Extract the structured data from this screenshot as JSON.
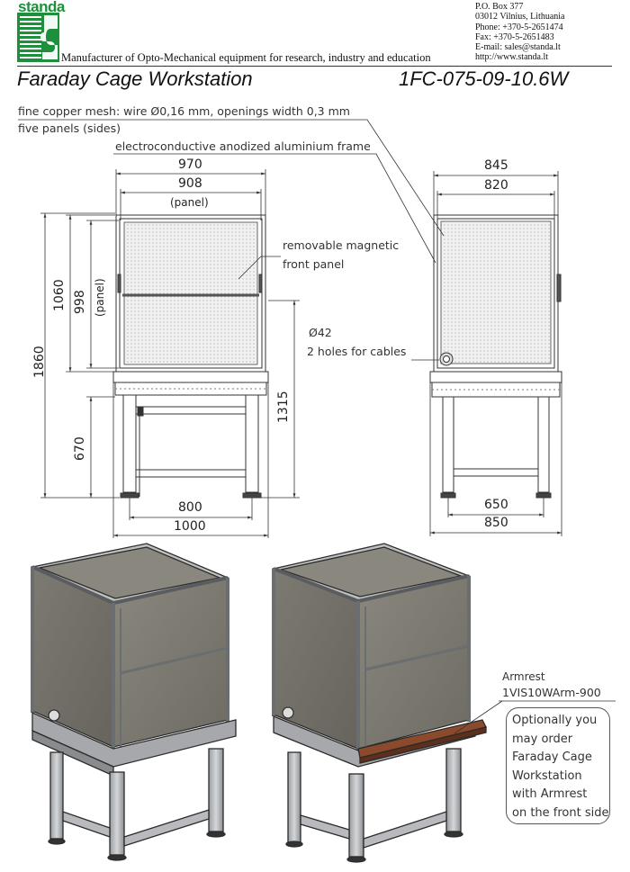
{
  "header": {
    "logo_text": "standa",
    "tagline": "Manufacturer of Opto-Mechanical equipment for research, industry and education",
    "contact": [
      "P.O. Box 377",
      "03012 Vilnius, Lithuania",
      "Phone: +370-5-2651474",
      "Fax: +370-5-2651483",
      "E-mail: sales@standa.lt",
      "http://www.standa.lt"
    ]
  },
  "product": {
    "title": "Faraday Cage Workstation",
    "code": "1FC-075-09-10.6W"
  },
  "notes": {
    "mesh": "fine copper mesh: wire Ø0,16 mm, openings width 0,3 mm",
    "panels": "five panels (sides)",
    "frame": "electroconductive anodized aluminium frame",
    "front_panel_1": "removable magnetic",
    "front_panel_2": "front panel",
    "holes_dia": "Ø42",
    "holes_text": "2 holes for cables"
  },
  "dimensions": {
    "front": {
      "width_total": "970",
      "width_panel": "908",
      "panel_word": "(panel)",
      "height_cage": "1060",
      "height_panel": "998",
      "height_panel_word": "(panel)",
      "height_total": "1860",
      "height_table": "1315",
      "height_stand": "670",
      "base_inner": "800",
      "base_outer": "1000"
    },
    "side": {
      "width_total": "845",
      "width_panel": "820",
      "base_inner": "650",
      "base_outer": "850"
    }
  },
  "armrest": {
    "label": "Armrest",
    "code": "1VIS10WArm-900",
    "callout": [
      "Optionally you",
      "may order",
      "Faraday Cage",
      "Workstation",
      "with Armrest",
      "on the front side"
    ]
  }
}
